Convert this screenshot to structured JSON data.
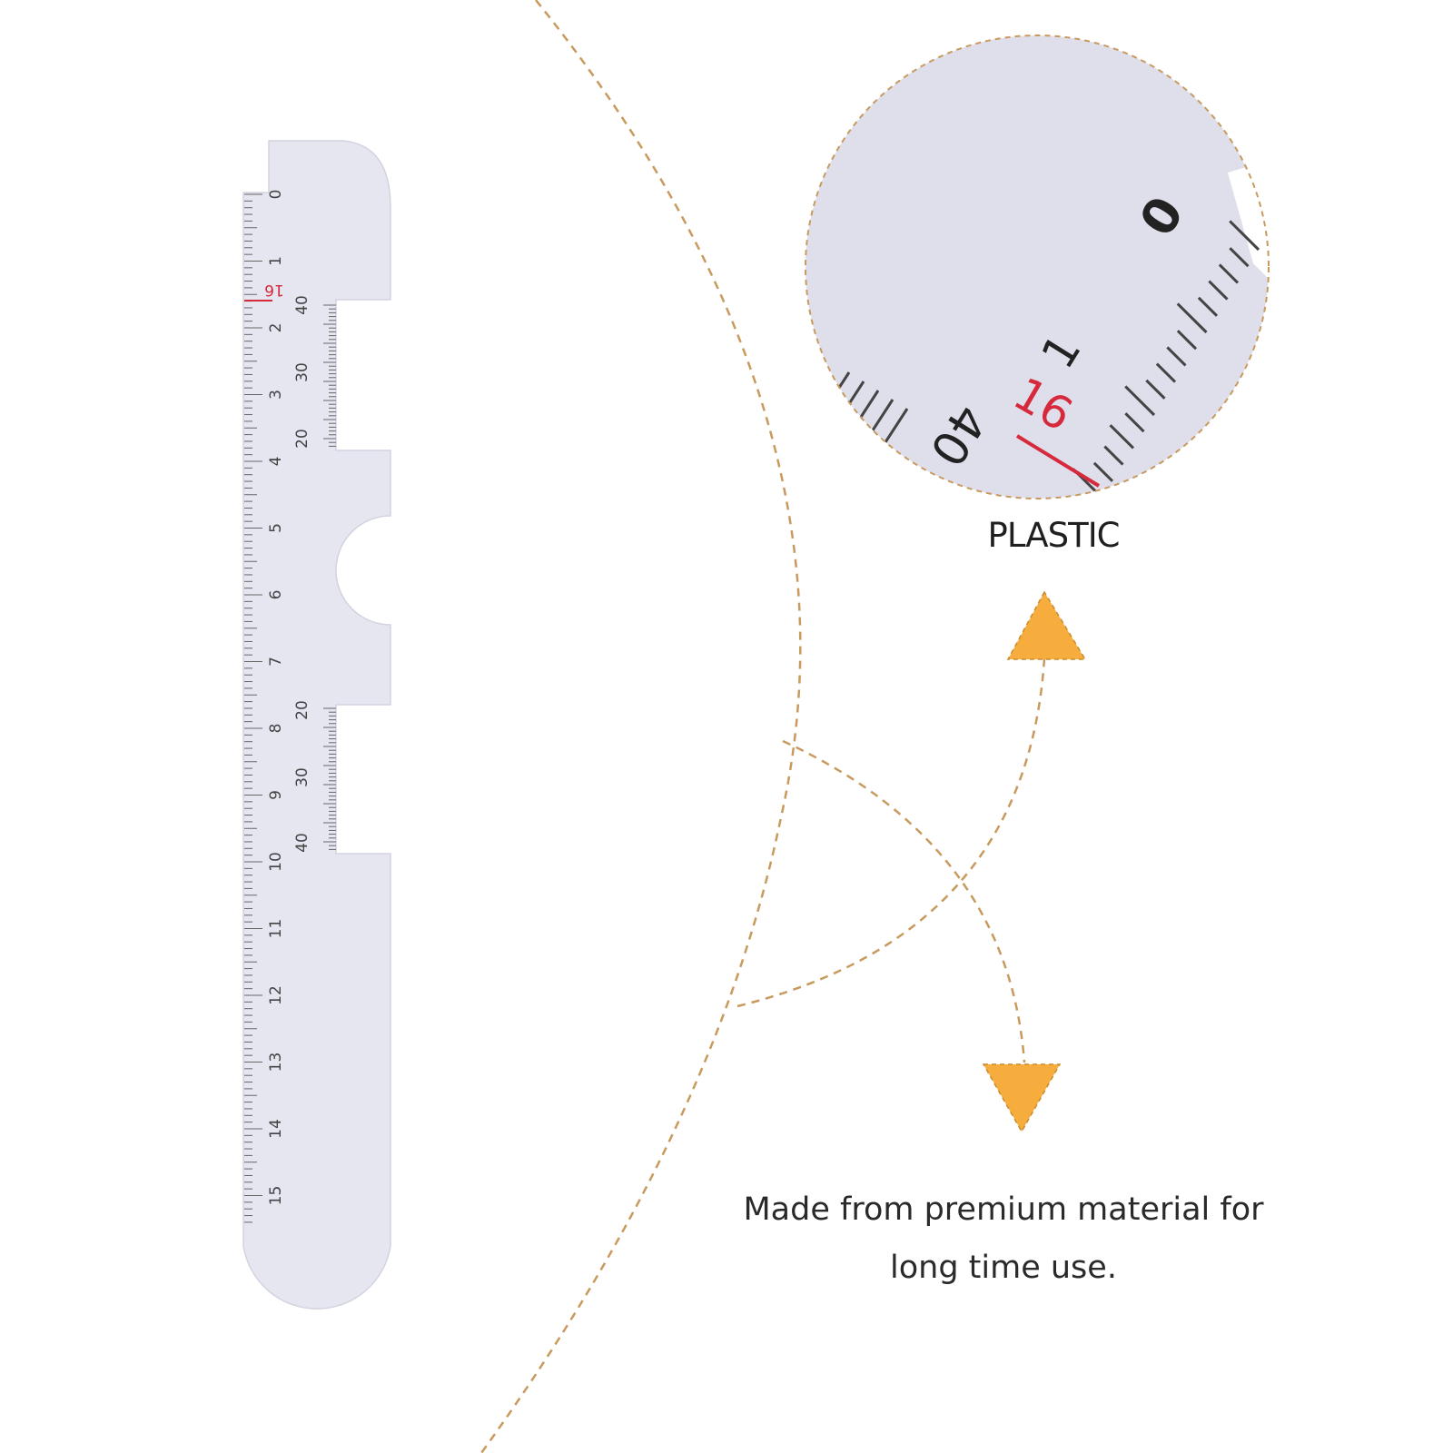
{
  "zoom_label": "PLASTIC",
  "caption": "Made from premium material for long time use.",
  "ruler": {
    "cm_labels": [
      "0",
      "1",
      "2",
      "3",
      "4",
      "5",
      "6",
      "7",
      "8",
      "9",
      "10",
      "11",
      "12",
      "13",
      "14",
      "15"
    ],
    "size_labels_top": [
      "40",
      "30",
      "20"
    ],
    "size_labels_bottom": [
      "20",
      "30",
      "40"
    ],
    "red_mark_label": "16"
  },
  "zoom_detail": {
    "zero_label": "0",
    "one_label": "1",
    "forty_label": "40",
    "red_label": "16"
  },
  "colors": {
    "ruler_fill": "#e6e6f1",
    "tick": "#555555",
    "red": "#d62a3c",
    "dashed_line": "#c89a5e",
    "arrow": "#f6ad3e"
  }
}
